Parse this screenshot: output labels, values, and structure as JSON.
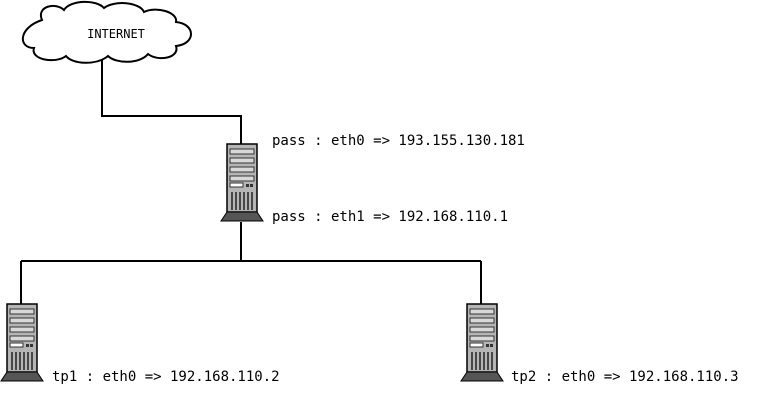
{
  "cloud": {
    "label": "INTERNET"
  },
  "servers": {
    "pass": {
      "iface_top": "pass : eth0 => 193.155.130.181",
      "iface_bottom": "pass : eth1 => 192.168.110.1"
    },
    "tp1": {
      "iface": "tp1 : eth0 => 192.168.110.2"
    },
    "tp2": {
      "iface": "tp2 : eth0 => 192.168.110.3"
    }
  },
  "colors": {
    "line": "#000000",
    "server_body": "#b5b5b5",
    "server_dark": "#555555",
    "cloud_fill": "#ffffff"
  }
}
